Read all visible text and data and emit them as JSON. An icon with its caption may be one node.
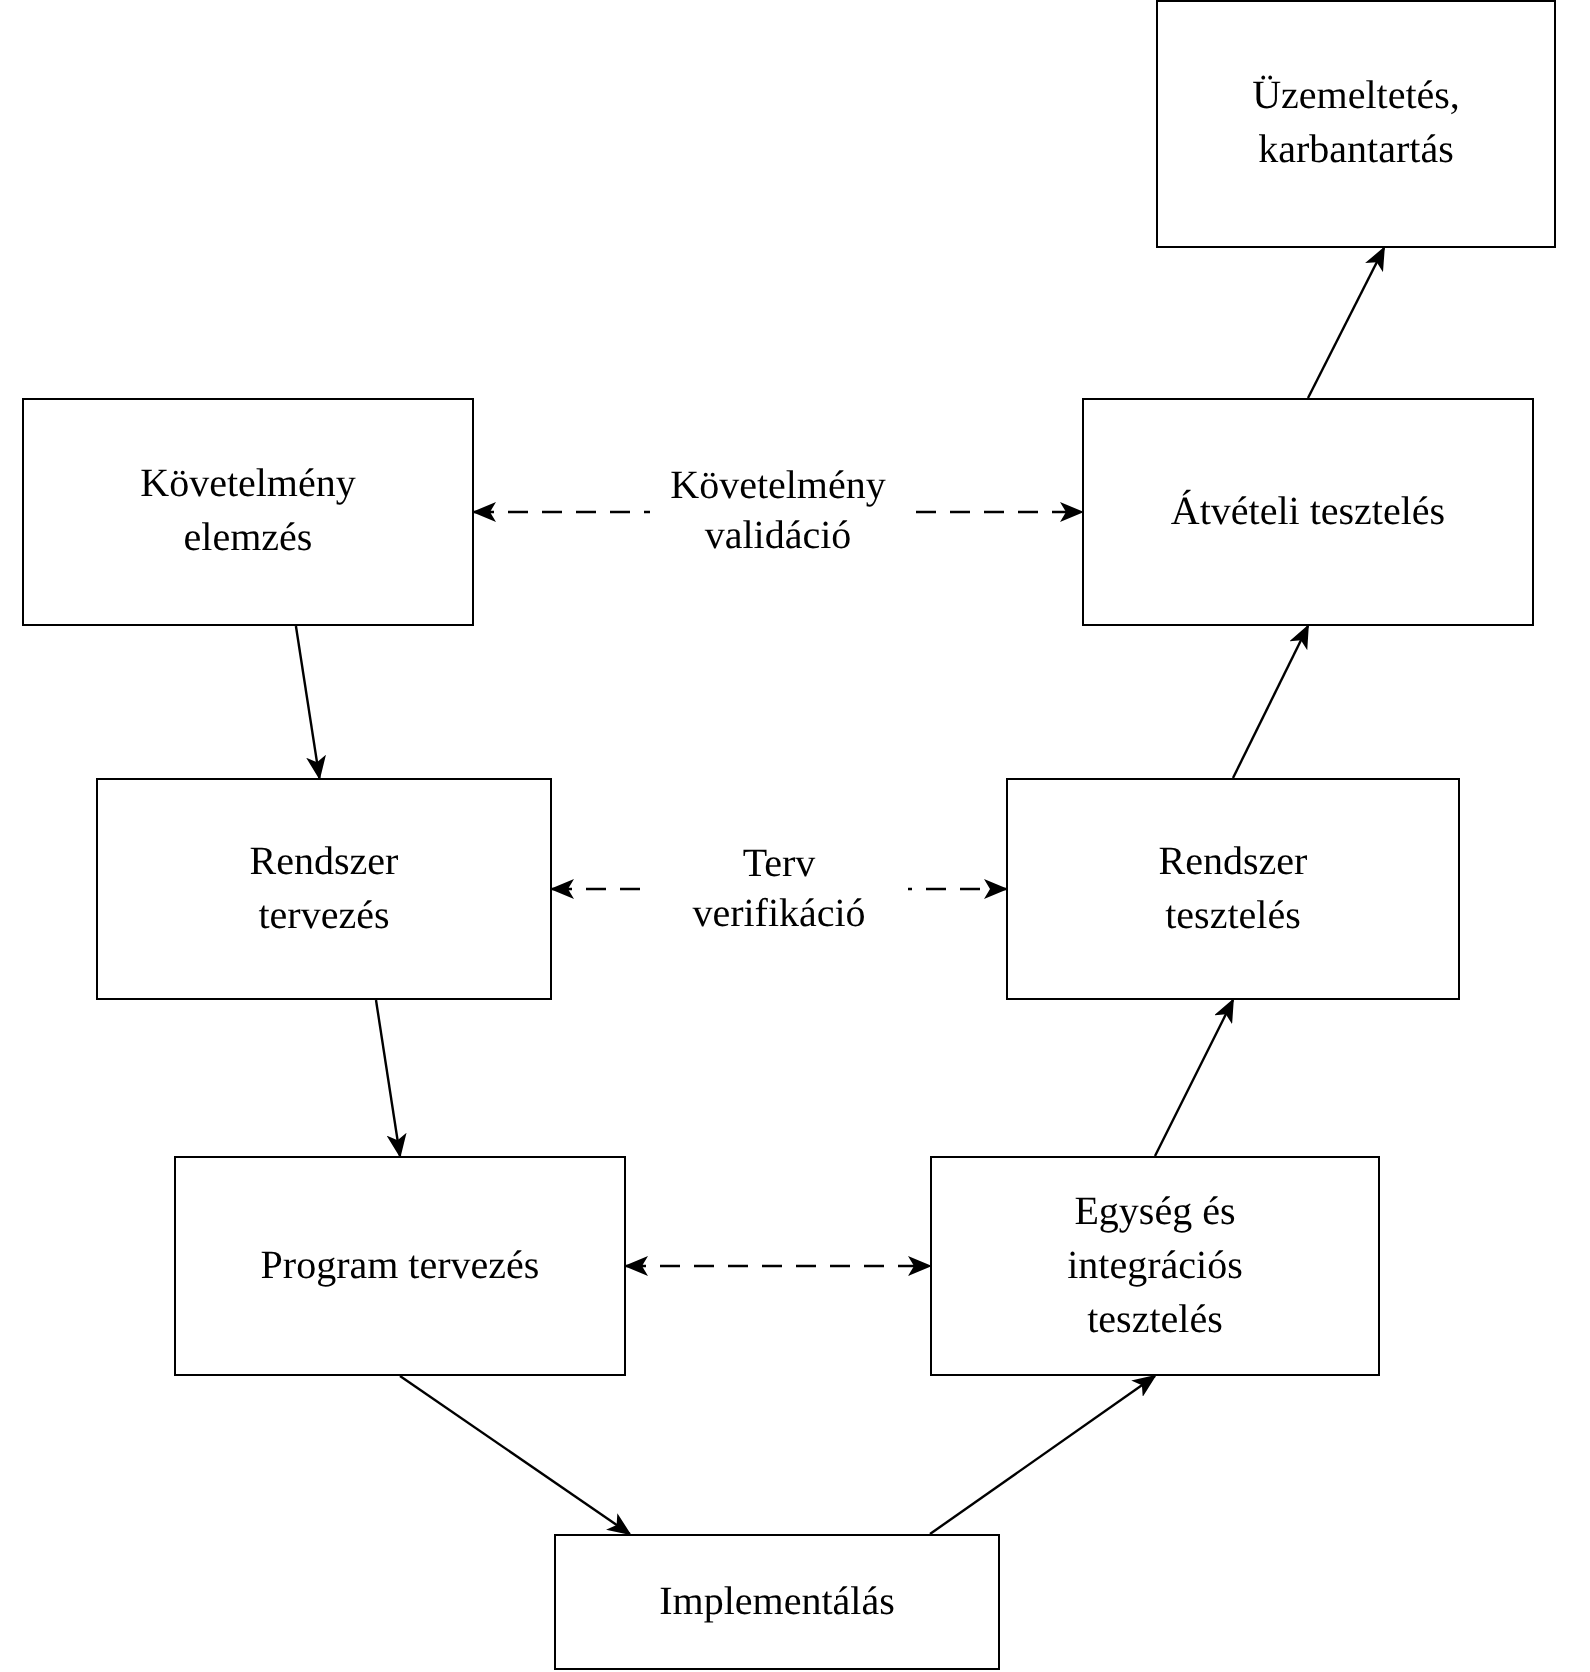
{
  "diagram": {
    "nodes": [
      {
        "text": [
          "Üzemeltetés, karbantartás"
        ]
      },
      {
        "text": [
          "Követelmény elemzés"
        ]
      },
      {
        "text": [
          "Átvételi tesztelés"
        ]
      },
      {
        "text": [
          "Rendszer tervezés"
        ]
      },
      {
        "text": [
          "Rendszer tesztelés"
        ]
      },
      {
        "text": [
          "Program tervezés"
        ]
      },
      {
        "text": [
          "Egység és integrációs tesztelés"
        ]
      },
      {
        "text": [
          "Implementálás"
        ]
      }
    ],
    "edges": [
      {
        "from": 1,
        "to": 3,
        "arrow": "to"
      },
      {
        "from": 3,
        "to": 5,
        "arrow": "to"
      },
      {
        "from": 5,
        "to": 7,
        "arrow": "to"
      },
      {
        "from": 7,
        "to": 6,
        "arrow": "to"
      },
      {
        "from": 6,
        "to": 4,
        "arrow": "to"
      },
      {
        "from": 4,
        "to": 2,
        "arrow": "to"
      },
      {
        "from": 2,
        "to": 0,
        "arrow": "to"
      },
      {
        "from": 1,
        "to": 2,
        "arrow": "both",
        "style": "dashed",
        "label": "Követelmény validáció"
      },
      {
        "from": 3,
        "to": 4,
        "arrow": "both",
        "style": "dashed",
        "label": "Terv verifikáció"
      },
      {
        "from": 5,
        "to": 6,
        "arrow": "both",
        "style": "dashed"
      }
    ]
  }
}
